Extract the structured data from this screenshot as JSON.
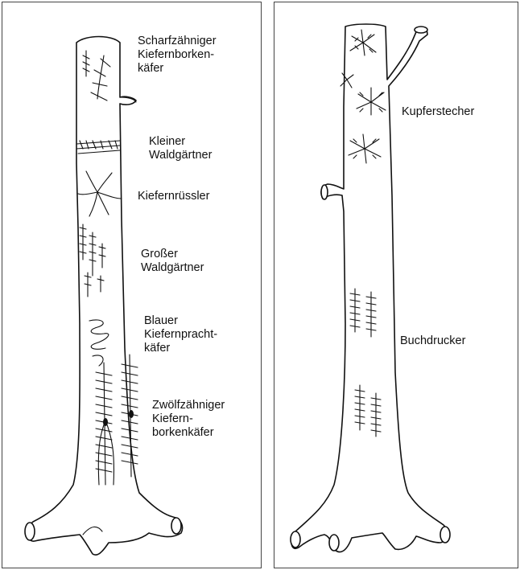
{
  "panels": [
    {
      "id": "left",
      "labels": [
        "Scharfzähniger\nKiefernborken-\nkäfer",
        "Kleiner\nWaldgärtner",
        "Kiefernrüssler",
        "Großer\nWaldgärtner",
        "Blauer\nKiefernpracht-\nkäfer",
        "Zwölfzähniger\nKiefern-\nborkenkäfer"
      ]
    },
    {
      "id": "right",
      "labels": [
        "Kupferstecher",
        "Buchdrucker"
      ]
    }
  ]
}
